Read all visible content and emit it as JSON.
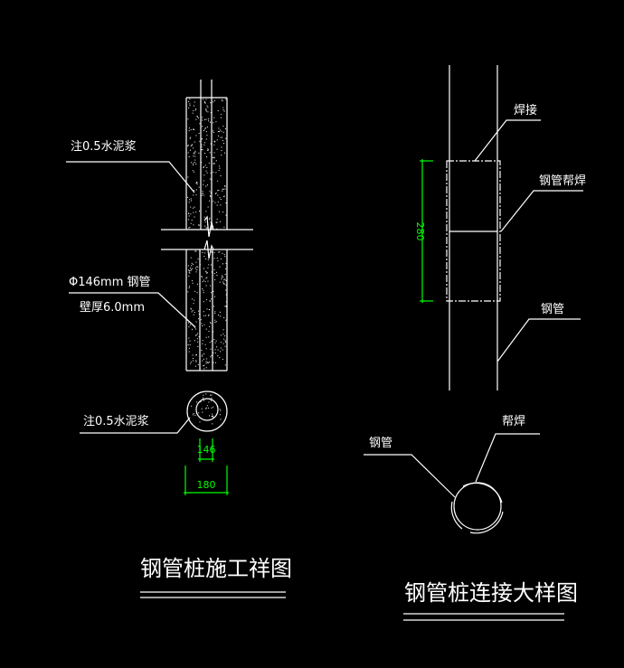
{
  "left_detail": {
    "grout_label_top": "注0.5水泥浆",
    "pipe_label": "Φ146mm 钢管",
    "wall_label": "壁厚6.0mm",
    "grout_label_section": "注0.5水泥浆",
    "dim_inner": "146",
    "dim_outer": "180",
    "title": "钢管桩施工祥图"
  },
  "right_detail": {
    "weld_label": "焊接",
    "sleeve_weld_label": "钢管帮焊",
    "pipe_label": "钢管",
    "dim_sleeve": "280",
    "section_weld_label": "帮焊",
    "section_pipe_label": "钢管",
    "title": "钢管桩连接大样图"
  },
  "colors": {
    "background": "#000000",
    "line": "#ffffff",
    "dimension": "#00ff00"
  }
}
